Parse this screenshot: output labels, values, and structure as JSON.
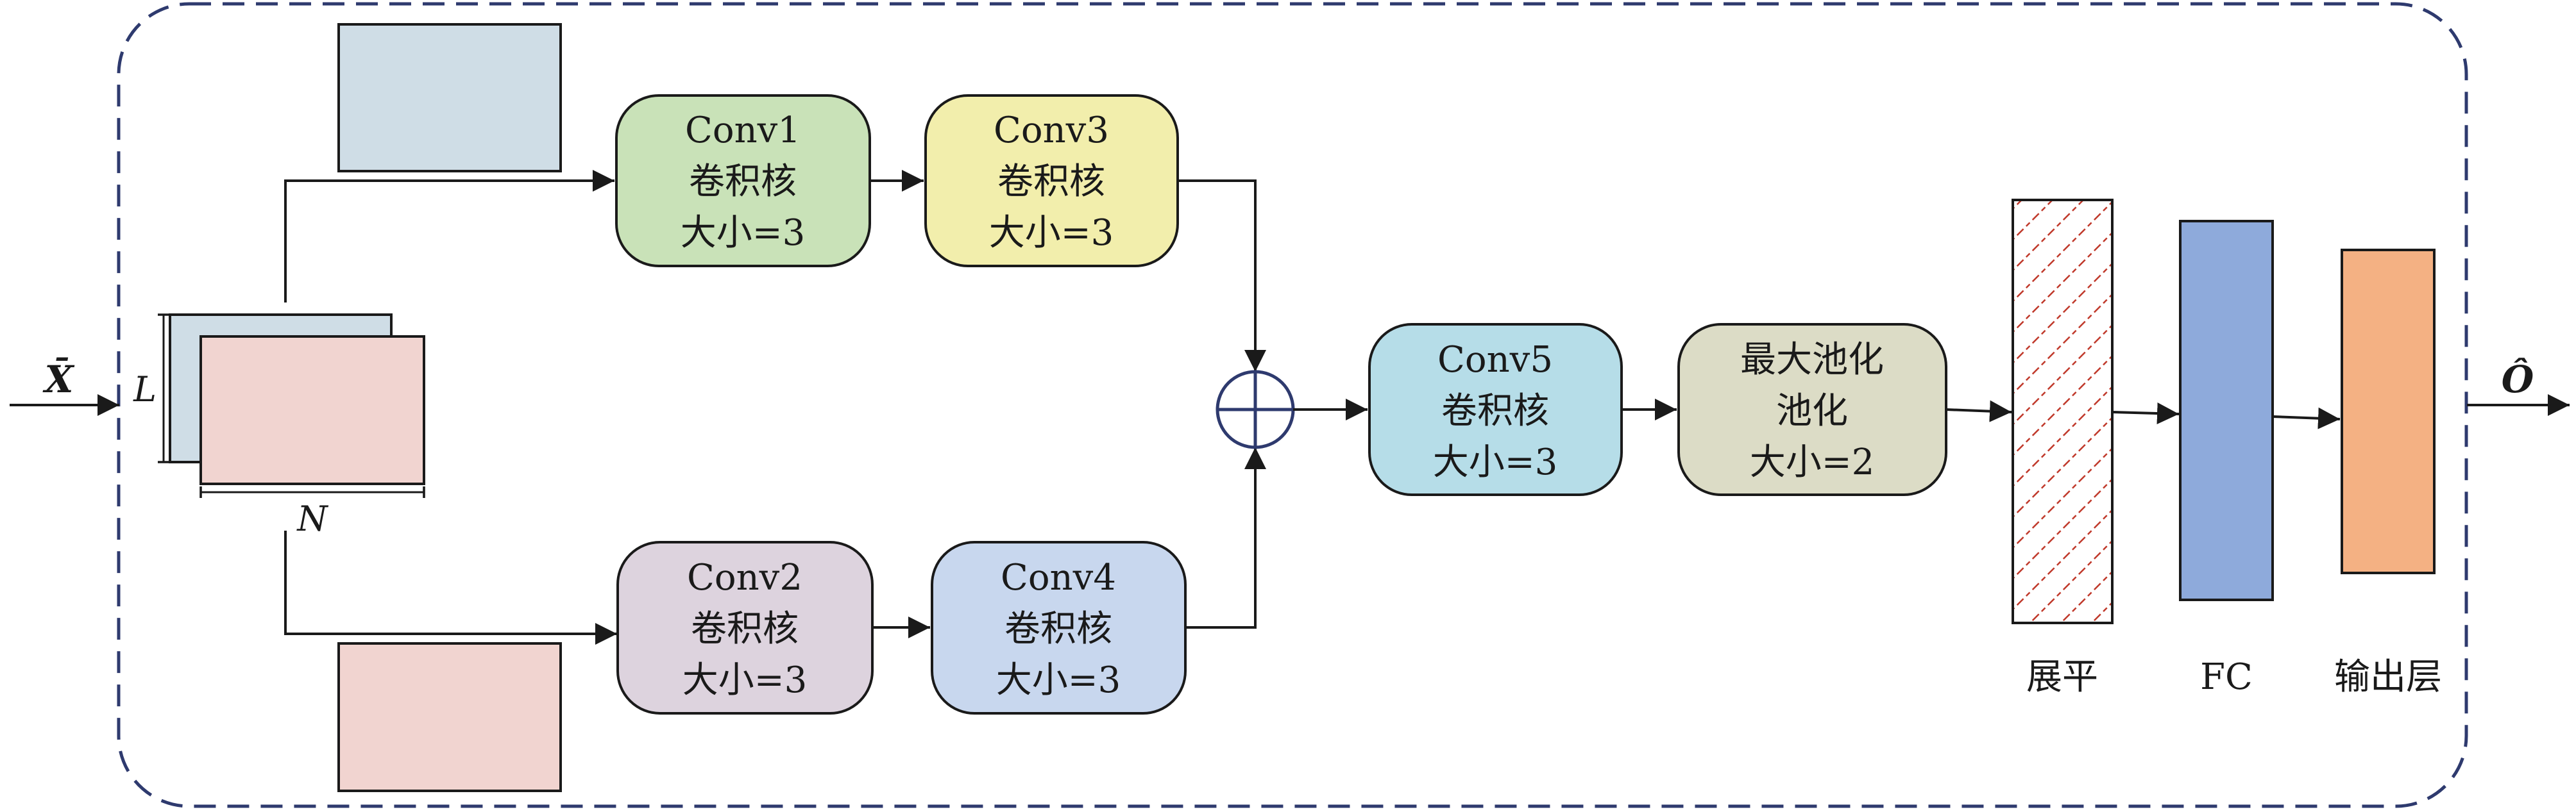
{
  "input": {
    "symbol": "X̄"
  },
  "output": {
    "symbol": "Ô"
  },
  "dims": {
    "height": "L",
    "width": "N"
  },
  "blocks": {
    "conv1": {
      "name": "Conv1",
      "desc": "卷积核",
      "size": "大小=3",
      "color": "#c9e2b8"
    },
    "conv3": {
      "name": "Conv3",
      "desc": "卷积核",
      "size": "大小=3",
      "color": "#f2eeac"
    },
    "conv2": {
      "name": "Conv2",
      "desc": "卷积核",
      "size": "大小=3",
      "color": "#ddd3de"
    },
    "conv4": {
      "name": "Conv4",
      "desc": "卷积核",
      "size": "大小=3",
      "color": "#c8d7ee"
    },
    "conv5": {
      "name": "Conv5",
      "desc": "卷积核",
      "size": "大小=3",
      "color": "#b6dde8"
    },
    "pool": {
      "name": "最大池化",
      "desc": "池化",
      "size": "大小=2",
      "color": "#dcdcc6"
    }
  },
  "layers": {
    "flatten": {
      "label": "展平",
      "color": "#c0392b"
    },
    "fc": {
      "label": "FC",
      "color": "#8eaadb"
    },
    "out": {
      "label": "输出层",
      "color": "#f4b183"
    }
  },
  "colors": {
    "feature_blue": "#cfdde6",
    "feature_pink": "#f1d4d0",
    "frame": "#2e3a6e"
  }
}
